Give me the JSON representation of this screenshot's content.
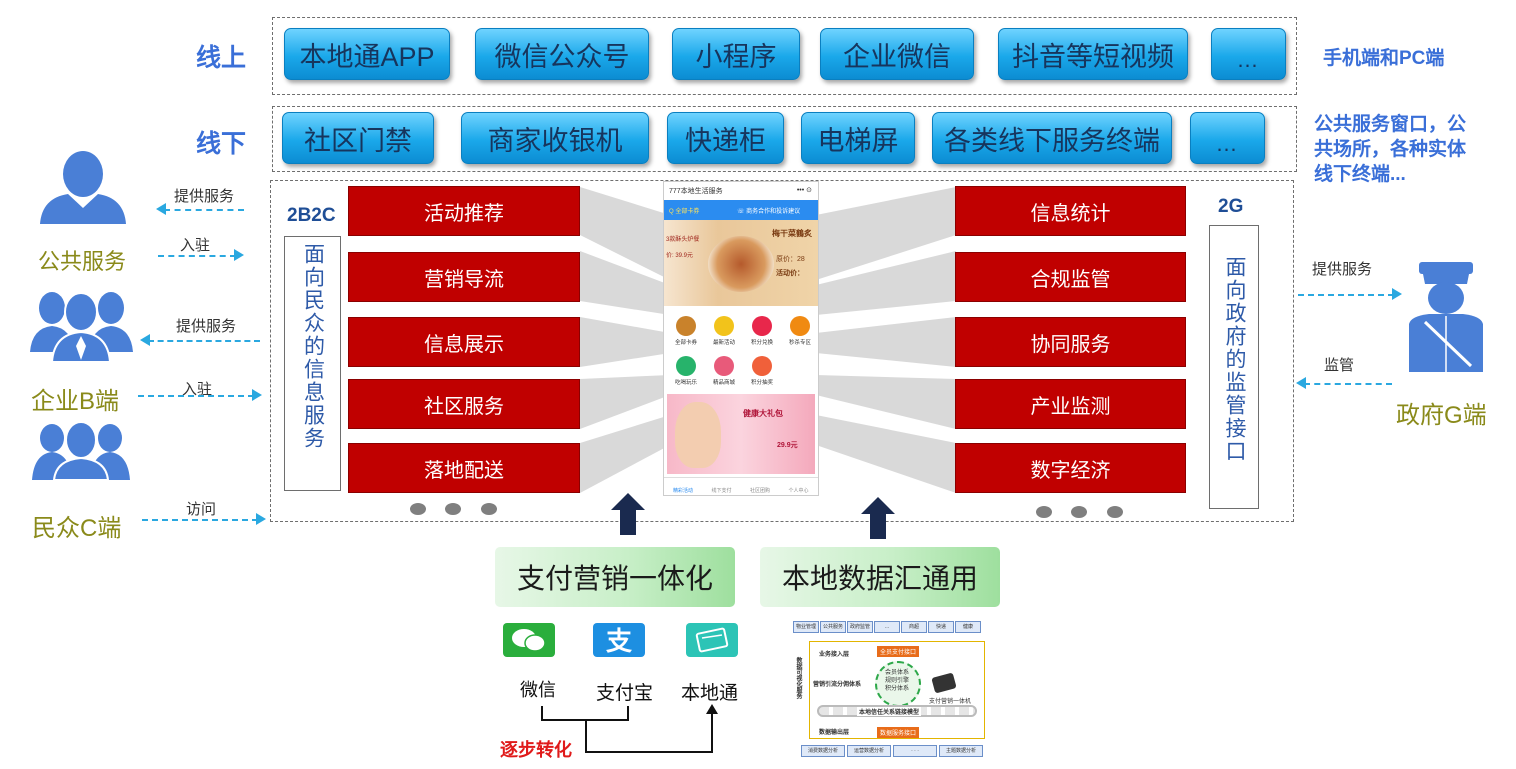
{
  "rows": {
    "online": {
      "label": "线上",
      "items": [
        "本地通APP",
        "微信公众号",
        "小程序",
        "企业微信",
        "抖音等短视频",
        "…"
      ],
      "note": "手机端和PC端"
    },
    "offline": {
      "label": "线下",
      "items": [
        "社区门禁",
        "商家收银机",
        "快递柜",
        "电梯屏",
        "各类线下服务终端",
        "…"
      ],
      "note_lines": [
        "公共服务窗口，公",
        "共场所，各种实体",
        "线下终端..."
      ]
    }
  },
  "left_panel": {
    "tag": "2B2C",
    "vertical_label": "面向民众的信息服务",
    "items": [
      "活动推荐",
      "营销导流",
      "信息展示",
      "社区服务",
      "落地配送"
    ]
  },
  "right_panel": {
    "tag": "2G",
    "vertical_label": "面向政府的监管接口",
    "items": [
      "信息统计",
      "合规监管",
      "协同服务",
      "产业监测",
      "数字经济"
    ]
  },
  "phone": {
    "title": "777本地生活服务",
    "menu": "•••  ⊙",
    "search": "Q 全部卡券",
    "contact": "☏ 商务合作和投诉建议",
    "banner_text": "梅干菜鶴炙",
    "banner_price": "原价：28",
    "banner_activity": "活动价：",
    "left_banner": "3款酥头炉餐",
    "left_price": "价: 39.9元",
    "icons": [
      {
        "label": "全部卡券",
        "color": "#c9822b"
      },
      {
        "label": "最新活动",
        "color": "#f2c31b"
      },
      {
        "label": "积分兑换",
        "color": "#e8274b"
      },
      {
        "label": "秒杀专区",
        "color": "#f08a12"
      },
      {
        "label": "吃喝玩乐",
        "color": "#27b36b"
      },
      {
        "label": "精品商城",
        "color": "#e85a7a"
      },
      {
        "label": "积分抽奖",
        "color": "#f0603a"
      }
    ],
    "promo_title": "健康大礼包",
    "promo_price": "29.9元",
    "nav": [
      "精彩活动",
      "线下支付",
      "社区团购",
      "个人中心"
    ]
  },
  "left_entities": [
    {
      "name": "公共服务"
    },
    {
      "name": "企业B端"
    },
    {
      "name": "民众C端"
    }
  ],
  "left_arrows": [
    "提供服务",
    "入驻",
    "提供服务",
    "入驻",
    "访问"
  ],
  "right_entity": {
    "name": "政府G端"
  },
  "right_arrows": [
    "提供服务",
    "监管"
  ],
  "bottom": {
    "pay_title": "支付营销一体化",
    "data_title": "本地数据汇通用",
    "pay_methods": [
      "微信",
      "支付宝",
      "本地通"
    ],
    "transform_note": "逐步转化",
    "data_diagram": {
      "top_items": [
        "物业管理",
        "公共服务",
        "政府监管",
        "…",
        "商超",
        "快递",
        "健康"
      ],
      "row_labels": [
        "业务接入层",
        "营销引流分佣体系",
        "数据输出层"
      ],
      "side_label": "数据可视化服务",
      "orange_top": "全员支付接口",
      "center_text": [
        "会员体系",
        "规则引擎",
        "积分体系"
      ],
      "device_label": "支付营销一体机",
      "chain_label": "本地信任关系链接模型",
      "orange_bottom": "数据服务接口",
      "bottom_items": [
        "消费数据分析",
        "运营数据分析",
        "·  ·  ·",
        "主题数据分析"
      ]
    }
  },
  "colors": {
    "pill": "#1aa8ea",
    "red": "#c00000",
    "label_blue": "#3a6fd8",
    "entity_olive": "#8a8a1a",
    "arrow_cyan": "#2aa8e0"
  }
}
